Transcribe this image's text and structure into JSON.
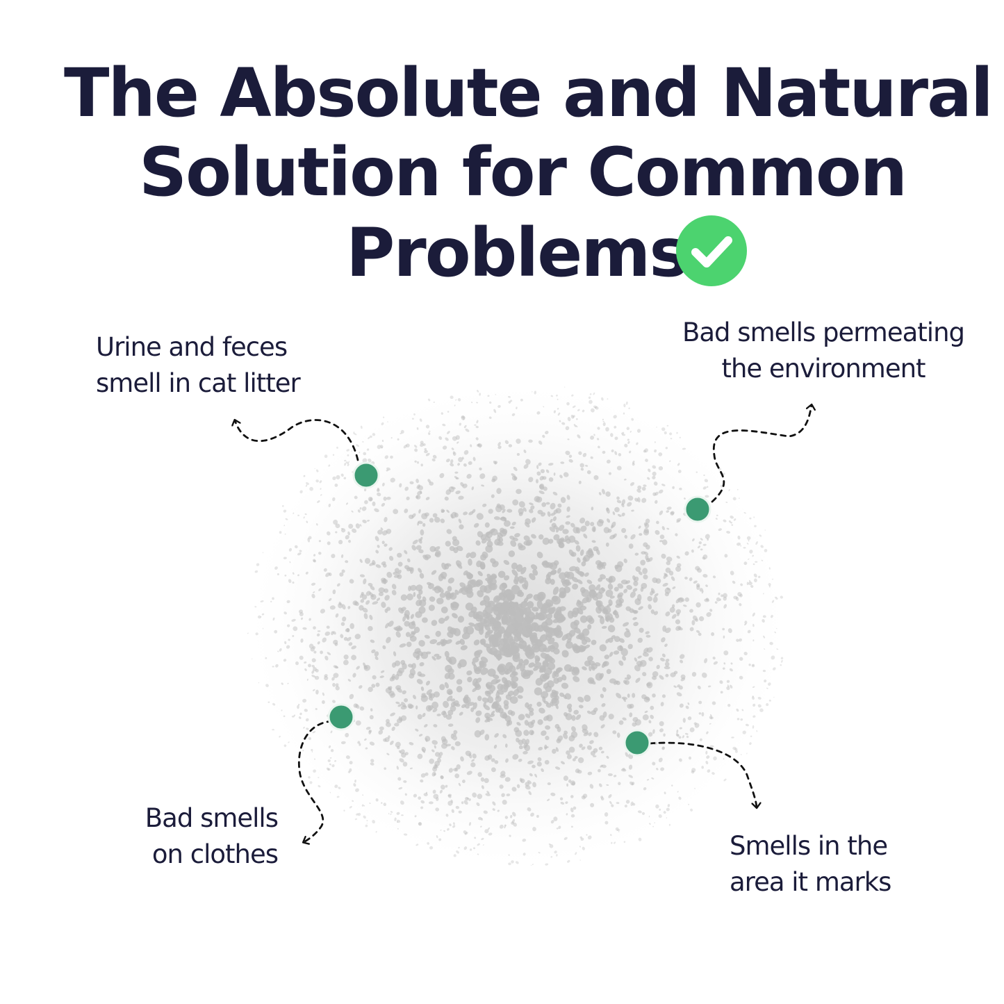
{
  "headline": {
    "line1": "The Absolute and Natural",
    "line2": "Solution for Common",
    "line3": "Problems",
    "badge_icon": "check-circle-icon",
    "badge_color": "#4cd36f"
  },
  "callouts": [
    {
      "line1": "Urine and feces",
      "line2": "smell in cat litter"
    },
    {
      "line1": "Bad smells permeating",
      "line2": "the environment"
    },
    {
      "line1": "Bad smells",
      "line2": "on clothes"
    },
    {
      "line1": "Smells in the",
      "line2": "area it marks"
    }
  ],
  "colors": {
    "text": "#1b1c3a",
    "dot": "#3b9a72",
    "litter": "#bdbdbd"
  },
  "illustration": {
    "subject": "cat litter granules",
    "icon": "litter-pile-icon"
  }
}
